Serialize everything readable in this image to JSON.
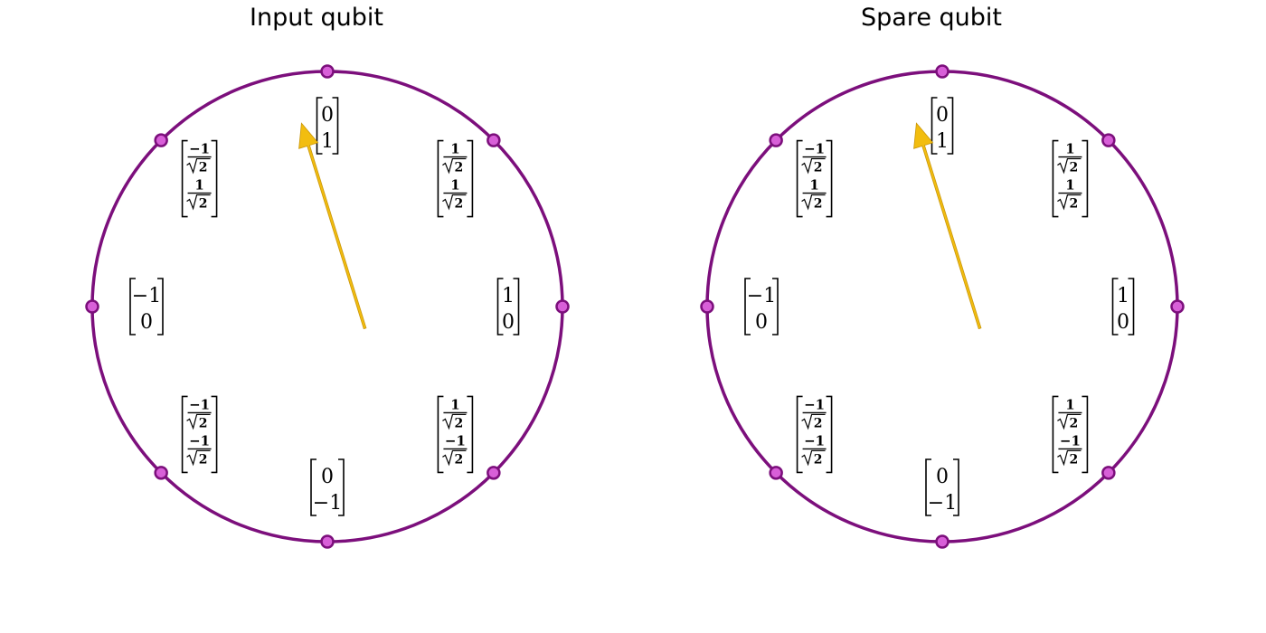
{
  "colors": {
    "circle": "#7c0f7c",
    "dot_fill": "#d85fd8",
    "dot_stroke": "#7c0f7c",
    "arrow": "#f2bd0f",
    "arrow_stroke": "#c9960a",
    "text": "#000000"
  },
  "panels": [
    {
      "title": "Input qubit",
      "arrow": {
        "tail": [
          0.16,
          -0.093
        ],
        "head": [
          -0.11,
          0.78
        ]
      }
    },
    {
      "title": "Spare qubit",
      "arrow": {
        "tail": [
          0.16,
          -0.093
        ],
        "head": [
          -0.11,
          0.78
        ]
      }
    }
  ],
  "states": [
    {
      "angle_deg": 90,
      "top": {
        "num": "0"
      },
      "bottom": {
        "num": "1"
      }
    },
    {
      "angle_deg": 45,
      "top": {
        "frac": true,
        "num": "1"
      },
      "bottom": {
        "frac": true,
        "num": "1"
      }
    },
    {
      "angle_deg": 0,
      "top": {
        "num": "1"
      },
      "bottom": {
        "num": "0"
      }
    },
    {
      "angle_deg": -45,
      "top": {
        "frac": true,
        "num": "1"
      },
      "bottom": {
        "frac": true,
        "num": "−1"
      }
    },
    {
      "angle_deg": -90,
      "top": {
        "num": "0"
      },
      "bottom": {
        "num": "−1"
      }
    },
    {
      "angle_deg": -135,
      "top": {
        "frac": true,
        "num": "−1"
      },
      "bottom": {
        "frac": true,
        "num": "−1"
      }
    },
    {
      "angle_deg": 180,
      "top": {
        "num": "−1"
      },
      "bottom": {
        "num": "0"
      }
    },
    {
      "angle_deg": 135,
      "top": {
        "frac": true,
        "num": "−1"
      },
      "bottom": {
        "frac": true,
        "num": "1"
      }
    }
  ]
}
